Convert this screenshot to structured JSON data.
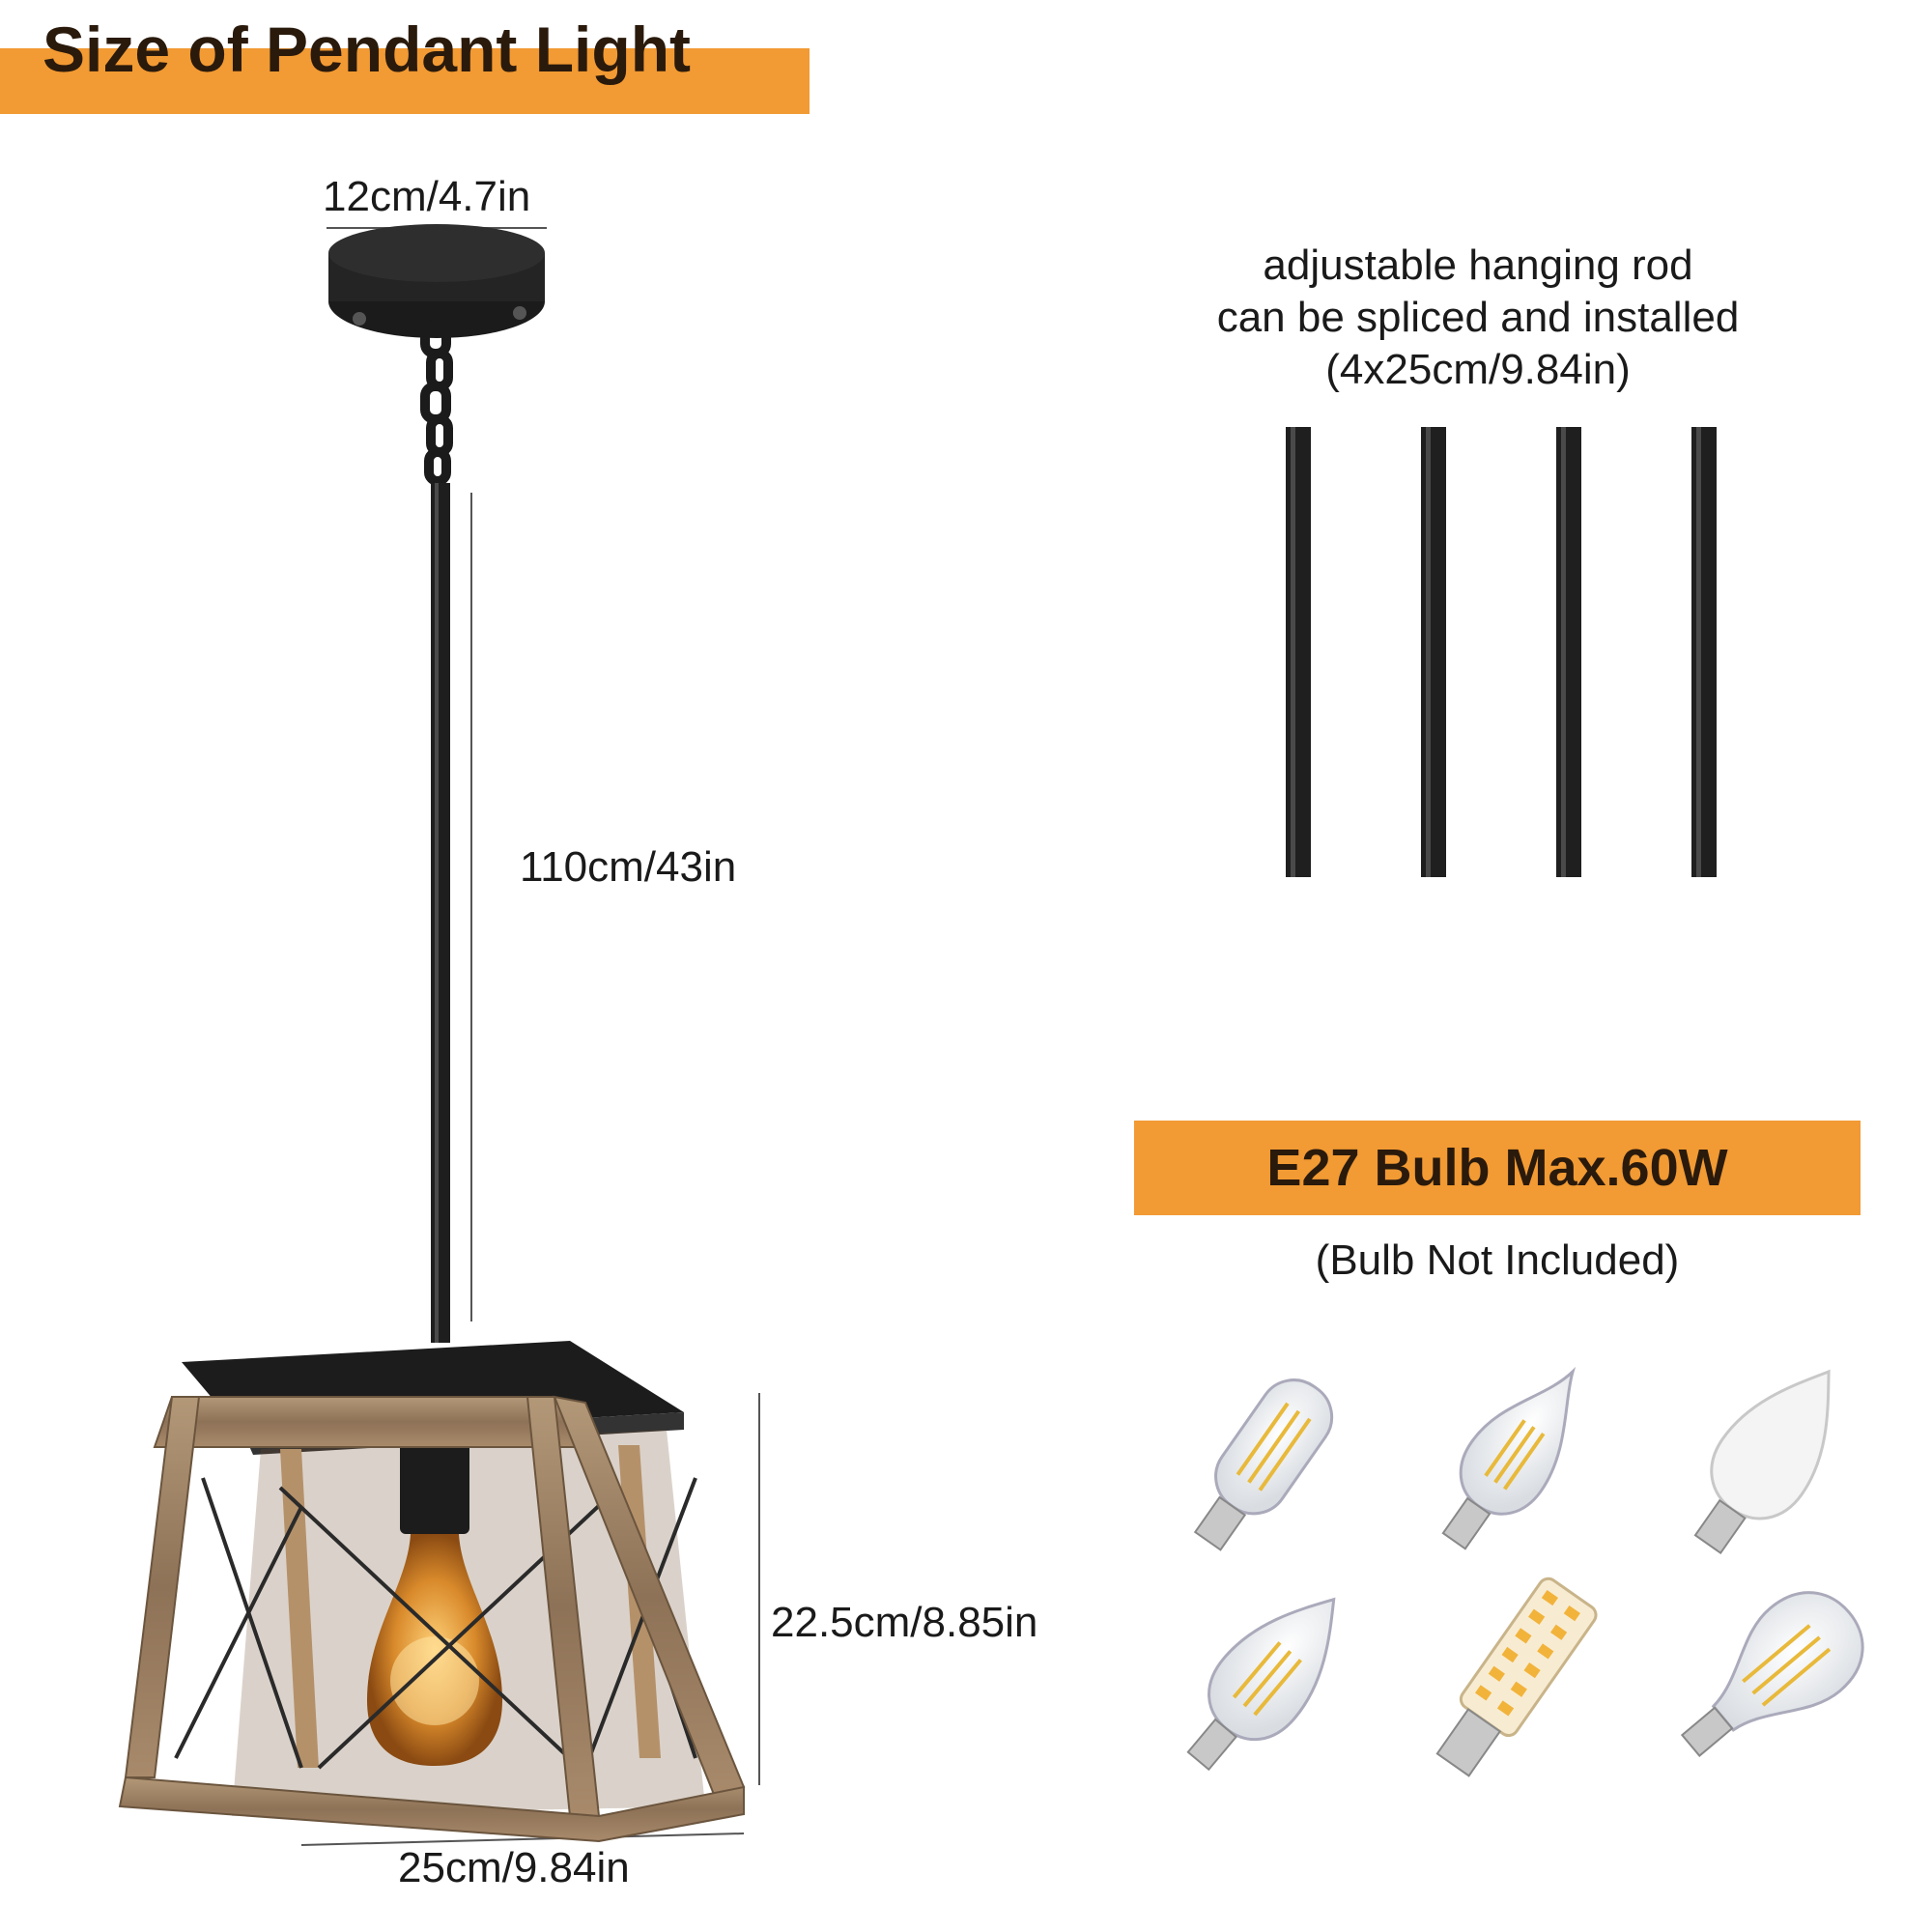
{
  "title": "Size of Pendant Light",
  "dimensions": {
    "canopy_width": "12cm/4.7in",
    "rod_length": "110cm/43in",
    "shade_height": "22.5cm/8.85in",
    "shade_width": "25cm/9.84in"
  },
  "rods_info": {
    "lines": "adjustable hanging rod\ncan be spliced and installed\n(4x25cm/9.84in)",
    "count": 4
  },
  "bulb": {
    "spec": "E27 Bulb Max.60W",
    "note": "(Bulb Not Included)"
  },
  "bulb_images": [
    "tubular-filament-bulb-icon",
    "flame-tip-candle-bulb-icon",
    "frosted-candle-bulb-icon",
    "torpedo-filament-bulb-icon",
    "corn-led-bulb-icon",
    "edison-st-filament-bulb-icon"
  ],
  "colors": {
    "accent": "#f29a33",
    "metal": "#1f1f1f",
    "wood": "#a5876a"
  }
}
